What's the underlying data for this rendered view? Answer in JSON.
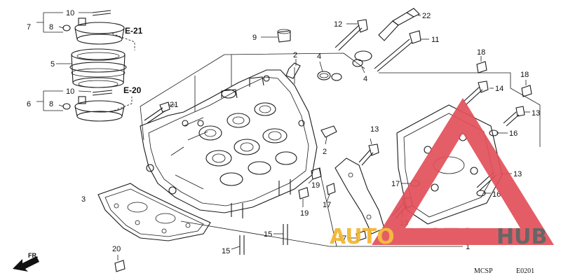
{
  "callouts": {
    "c10a": "10",
    "c7": "7",
    "c8a": "8",
    "c5": "5",
    "c10b": "10",
    "c6": "6",
    "c8b": "8",
    "c3": "3",
    "c9": "9",
    "c21": "21",
    "c2a": "2",
    "c4a": "4",
    "c4b": "4",
    "c12": "12",
    "c22": "22",
    "c11": "11",
    "c18a": "18",
    "c18b": "18",
    "c14": "14",
    "c13a": "13",
    "c13b": "13",
    "c13c": "13",
    "c13d": "13",
    "c16a": "16",
    "c16b": "16",
    "c2b": "2",
    "c19a": "19",
    "c19b": "19",
    "c17a": "17",
    "c17b": "17",
    "c17c": "17",
    "c15a": "15",
    "c15b": "15",
    "c20": "20",
    "c1": "1"
  },
  "references": {
    "e21": "E-21",
    "e20": "E-20"
  },
  "direction_label": "FR.",
  "footer": {
    "model_code": "MCSP",
    "page_code": "E0201"
  },
  "watermark": {
    "auto": "AUTO",
    "moto": "MOTO",
    "hub": "HUB",
    "colors": {
      "triangle": "#e2505a",
      "auto": "#f3b530",
      "moto": "#e2505a",
      "hub": "#5a5a5a"
    }
  }
}
